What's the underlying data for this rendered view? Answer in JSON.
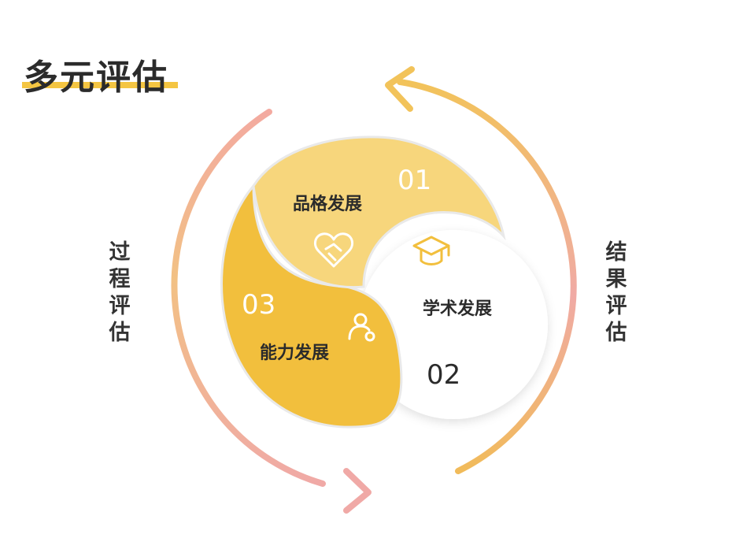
{
  "title": "多元评估",
  "left_label": "过程评估",
  "right_label": "结果评估",
  "segments": [
    {
      "number": "01",
      "label": "品格发展",
      "icon": "heart-handshake-icon"
    },
    {
      "number": "02",
      "label": "学术发展",
      "icon": "graduation-cap-icon"
    },
    {
      "number": "03",
      "label": "能力发展",
      "icon": "person-gear-icon"
    }
  ],
  "colors": {
    "accent_yellow": "#f4c542",
    "light_yellow": "#f7d67c",
    "deep_yellow": "#f2bf3d",
    "pink": "#f0a9a3",
    "text_dark": "#2b2b2b"
  }
}
